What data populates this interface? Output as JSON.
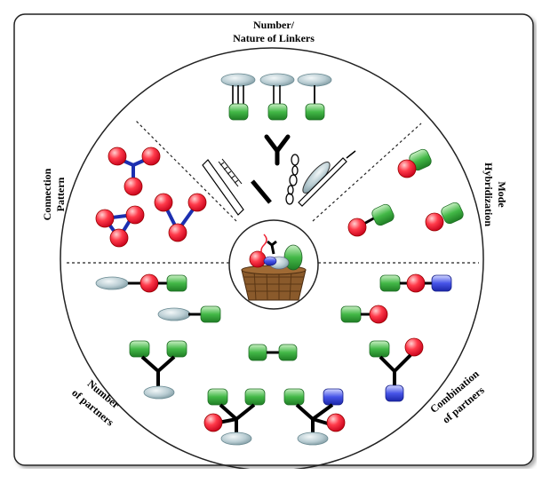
{
  "labels": {
    "top_line1": "Number/",
    "top_line2": "Nature of Linkers",
    "left_line1": "Connection",
    "left_line2": "Pattern",
    "right_line1": "Hybridization",
    "right_line2": "Mode",
    "bottom_left_line1": "Number",
    "bottom_left_line2": "of partners",
    "bottom_right_line1": "Combination",
    "bottom_right_line2": "of partners"
  },
  "colors": {
    "red": "#ff2a3c",
    "green": "#2e9a35",
    "blue": "#2b37d6",
    "grey_ellipse": "#b5c9cf",
    "linker": "#000000",
    "connection_blue": "#1c2fb0",
    "basket": "#8a5a2b"
  },
  "icons": [
    "basket-icon",
    "antibody-icon",
    "chain-icon",
    "needle-icon",
    "ladder-icon",
    "rod-icon"
  ]
}
